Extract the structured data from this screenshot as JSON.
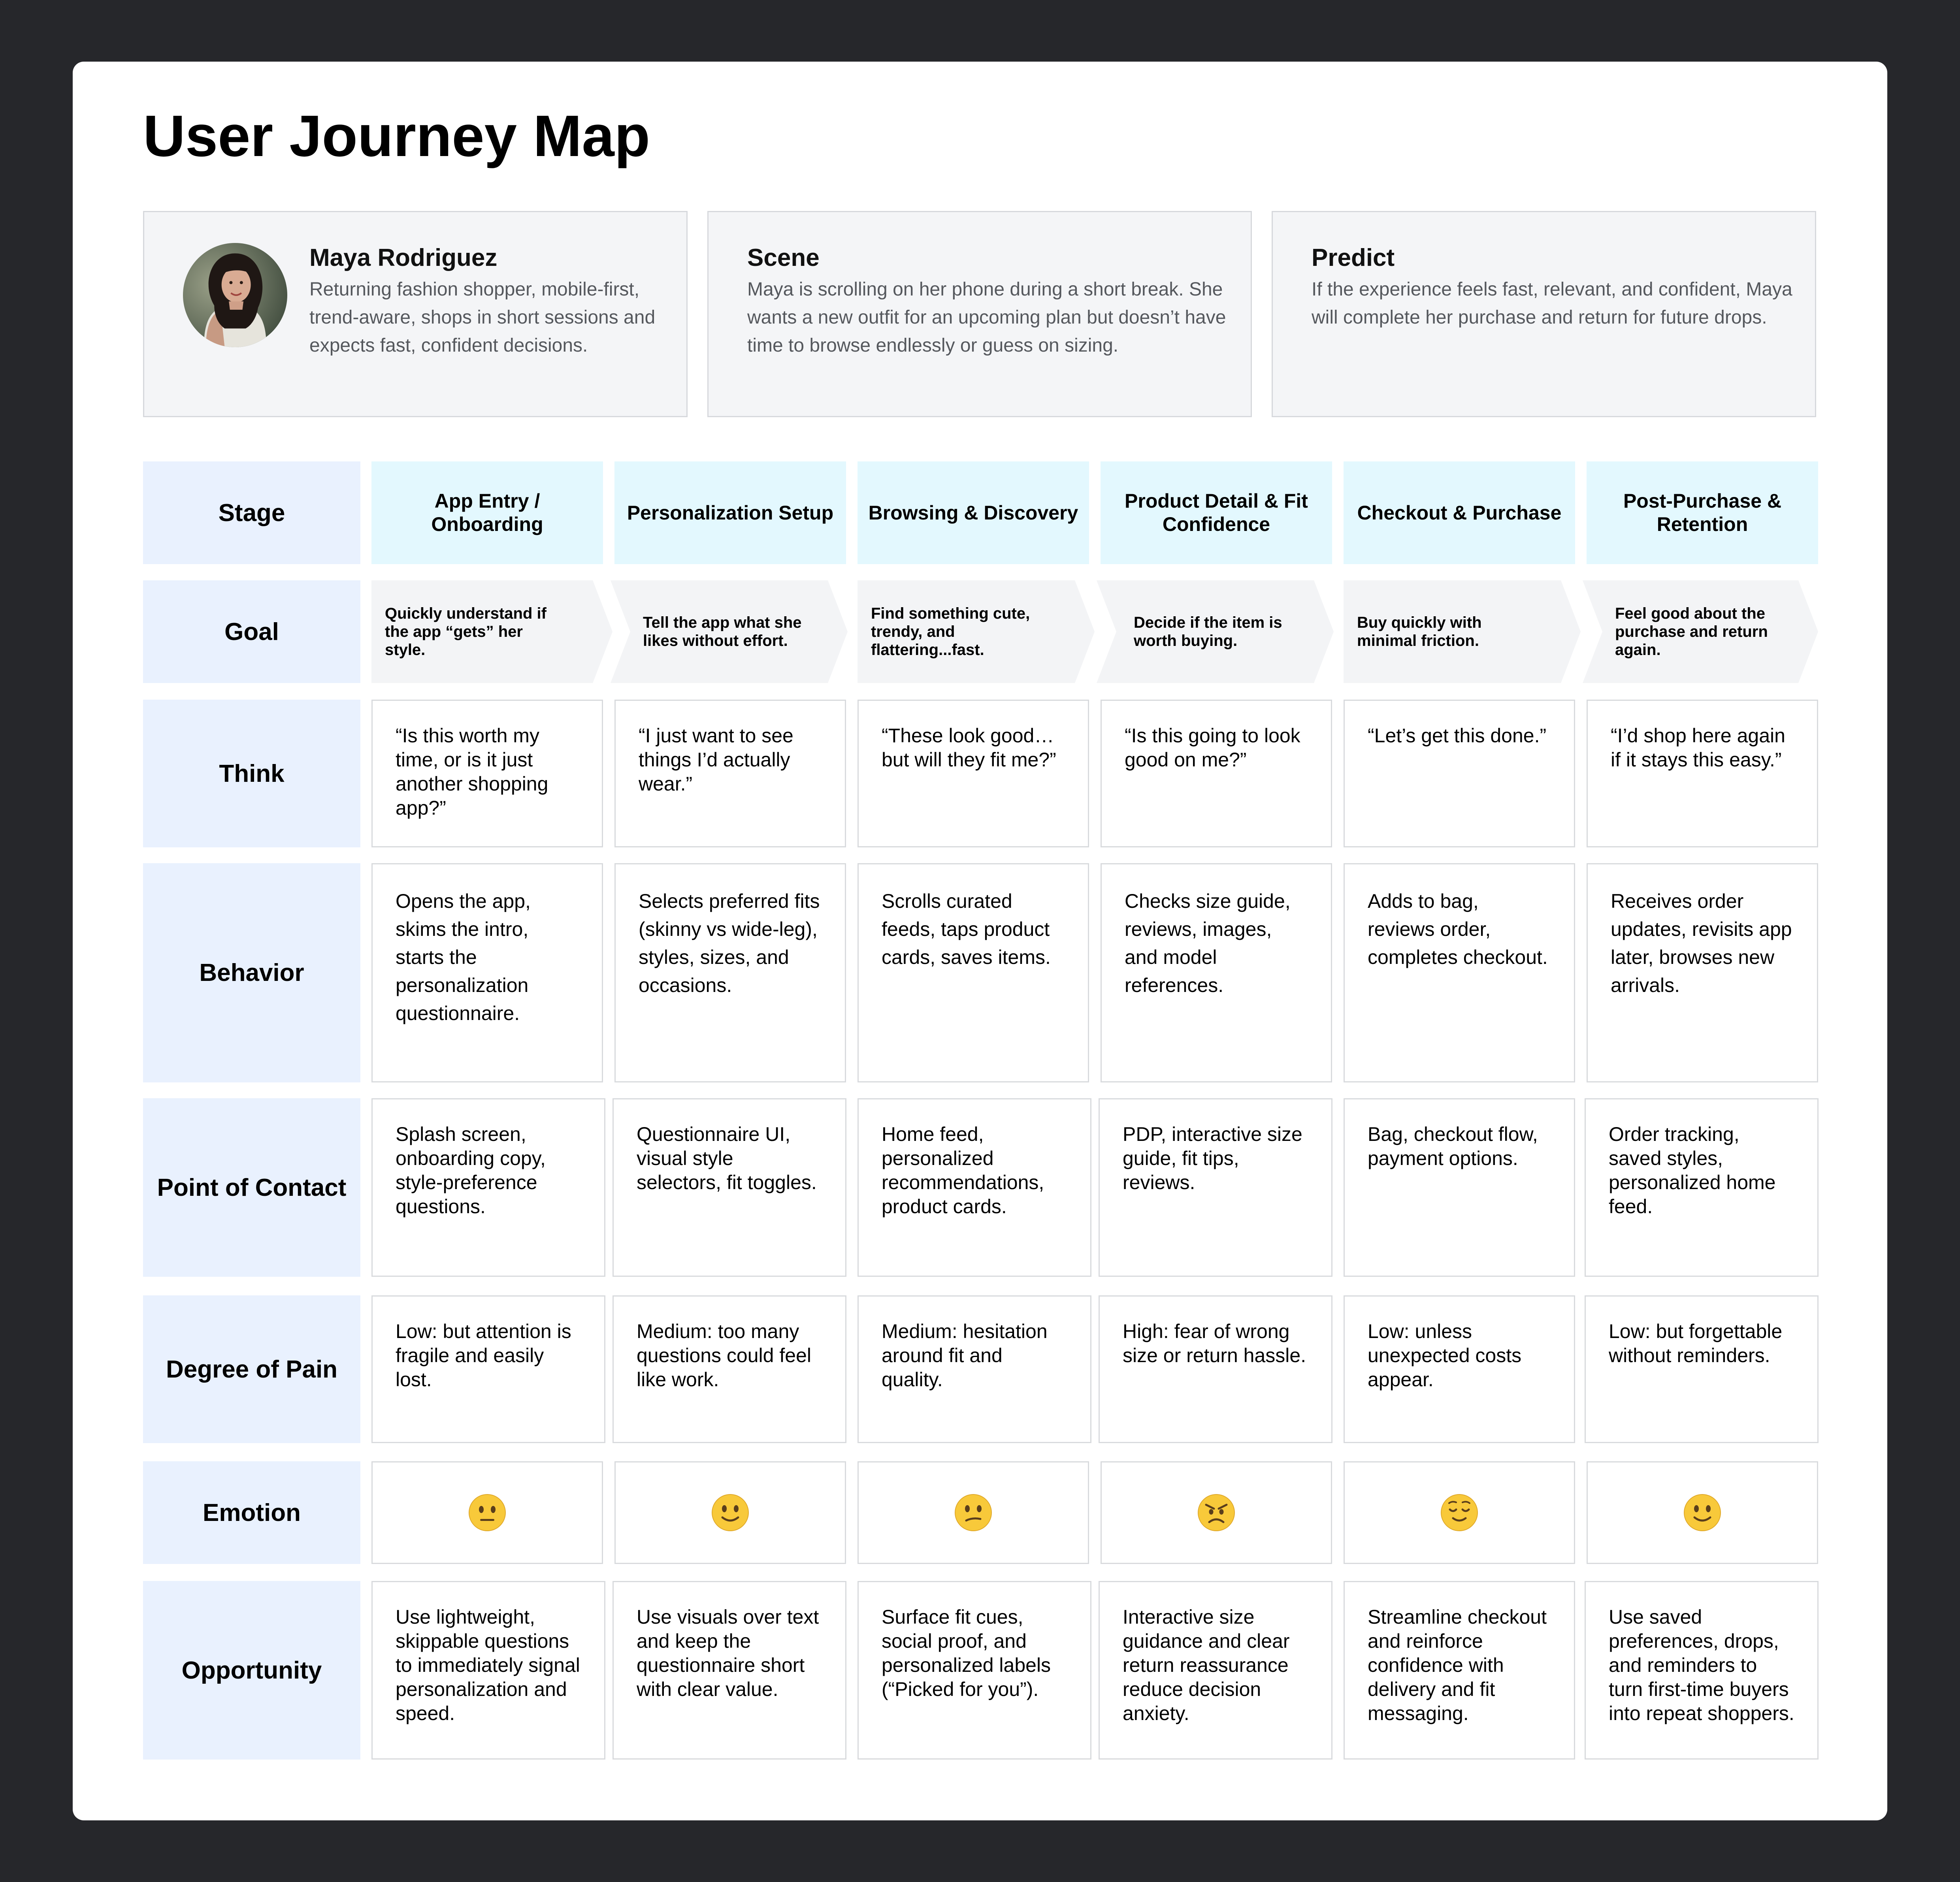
{
  "title": "User Journey Map",
  "persona": {
    "name": "Maya Rodriguez",
    "description": " Returning fashion shopper, mobile-first, trend-aware, shops in short sessions and expects fast, confident decisions."
  },
  "scene": {
    "title": "Scene",
    "text": "Maya is scrolling on her phone during a short break. She wants a new outfit for an upcoming plan but doesn’t have time to browse endlessly or guess on sizing."
  },
  "predict": {
    "title": "Predict",
    "text": "If the experience feels fast, relevant, and confident, Maya will complete her purchase and return for future drops."
  },
  "row_labels": {
    "stage": "Stage",
    "goal": "Goal",
    "think": "Think",
    "behavior": "Behavior",
    "contact": "Point of Contact",
    "pain": "Degree of Pain",
    "emotion": "Emotion",
    "opportunity": "Opportunity"
  },
  "stages": [
    {
      "name": "App Entry / Onboarding",
      "goal": "Quickly understand if the app “gets” her style.",
      "think": "“Is this worth my time, or is it just another shopping app?”",
      "behavior": "Opens the app, skims the intro, starts the personalization questionnaire.",
      "contact": "Splash screen, onboarding copy, style-preference questions.",
      "pain": "Low: but attention is fragile and easily lost.",
      "emotion": "neutral-face-icon",
      "opportunity": "Use lightweight, skippable questions to immediately signal personalization and speed."
    },
    {
      "name": "Personalization Setup",
      "goal": "Tell the app what she likes without effort.",
      "think": "“I just want to see things I’d actually wear.”",
      "behavior": "Selects preferred fits (skinny vs wide-leg), styles, sizes, and occasions.",
      "contact": "Questionnaire UI, visual style selectors, fit toggles.",
      "pain": "Medium: too many questions could feel like work.",
      "emotion": "slight-smile-icon",
      "opportunity": "Use visuals over text and keep the questionnaire short with clear value."
    },
    {
      "name": "Browsing & Discovery",
      "goal": "Find something cute, trendy, and flattering...fast.",
      "think": "“These look good… but will they fit me?”",
      "behavior": "Scrolls curated feeds, taps product cards, saves items.",
      "contact": "Home feed, personalized recommendations, product cards.",
      "pain": "Medium: hesitation around fit and quality.",
      "emotion": "confused-face-icon",
      "opportunity": "Surface fit cues, social proof, and personalized labels (“Picked for you”)."
    },
    {
      "name": "Product Detail & Fit Confidence",
      "goal": "Decide if the item is worth buying.",
      "think": "“Is this going to look good on me?”",
      "behavior": "Checks size guide, reviews, images, and model references.",
      "contact": "PDP, interactive size guide, fit tips, reviews.",
      "pain": "High: fear of wrong size or return hassle.",
      "emotion": "angry-face-icon",
      "opportunity": "Interactive size guidance and clear return reassurance reduce decision anxiety."
    },
    {
      "name": "Checkout & Purchase",
      "goal": "Buy quickly with minimal friction.",
      "think": "“Let’s get this done.”",
      "behavior": "Adds to bag, reviews order, completes checkout.",
      "contact": "Bag, checkout flow, payment options.",
      "pain": "Low: unless unexpected costs appear.",
      "emotion": "relieved-face-icon",
      "opportunity": "Streamline checkout and reinforce confidence with delivery and fit messaging."
    },
    {
      "name": "Post-Purchase & Retention",
      "goal": "Feel good about the purchase and return again.",
      "think": "“I’d shop here again if it stays this easy.”",
      "behavior": "Receives order updates, revisits app later, browses new arrivals.",
      "contact": "Order tracking, saved styles, personalized home feed.",
      "pain": "Low: but forgettable without reminders.",
      "emotion": "slight-smile-icon",
      "opportunity": "Use saved preferences, drops, and reminders to turn first-time buyers into repeat shoppers."
    }
  ],
  "colors": {
    "background": "#26272b",
    "card": "#ffffff",
    "label_fill": "#e9f1fe",
    "stage_fill": "#e3f8fe",
    "goal_fill": "#f3f4f6",
    "info_fill": "#f4f5f7",
    "emoji_yellow": "#f8c93a"
  }
}
